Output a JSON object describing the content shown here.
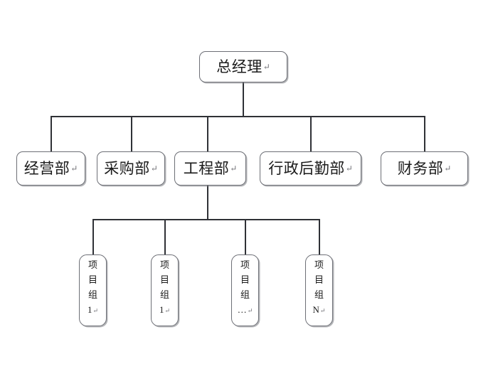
{
  "chart_data": {
    "type": "diagram",
    "diagram_type": "organizational-chart",
    "title": "",
    "orientation": "top-down",
    "levels": 3,
    "nodes": [
      {
        "id": "gm",
        "label": "总经理",
        "cr": "↵",
        "level": 0,
        "parent": null
      },
      {
        "id": "d1",
        "label": "经营部",
        "cr": "↵",
        "level": 1,
        "parent": "gm"
      },
      {
        "id": "d2",
        "label": "采购部",
        "cr": "↵",
        "level": 1,
        "parent": "gm"
      },
      {
        "id": "d3",
        "label": "工程部",
        "cr": "↵",
        "level": 1,
        "parent": "gm"
      },
      {
        "id": "d4",
        "label": "行政后勤部",
        "cr": "↵",
        "level": 1,
        "parent": "gm"
      },
      {
        "id": "d5",
        "label": "财务部",
        "cr": "↵",
        "level": 1,
        "parent": "gm"
      },
      {
        "id": "t1",
        "label": "项目组",
        "suffix": "1",
        "cr": "↵",
        "level": 2,
        "parent": "d3"
      },
      {
        "id": "t2",
        "label": "项目组",
        "suffix": "1",
        "cr": "↵",
        "level": 2,
        "parent": "d3"
      },
      {
        "id": "t3",
        "label": "项目组",
        "suffix": "…",
        "cr": "↵",
        "level": 2,
        "parent": "d3"
      },
      {
        "id": "t4",
        "label": "项目组",
        "suffix": "N",
        "cr": "↵",
        "level": 2,
        "parent": "d3"
      }
    ]
  },
  "chart": {
    "root": {
      "label": "总经理",
      "cr": "↵"
    },
    "departments": [
      {
        "label": "经营部",
        "cr": "↵"
      },
      {
        "label": "采购部",
        "cr": "↵"
      },
      {
        "label": "工程部",
        "cr": "↵"
      },
      {
        "label": "行政后勤部",
        "cr": "↵"
      },
      {
        "label": "财务部",
        "cr": "↵"
      }
    ],
    "teams": [
      {
        "c1": "项",
        "c2": "目",
        "c3": "组",
        "num": "1",
        "cr": "↵"
      },
      {
        "c1": "项",
        "c2": "目",
        "c3": "组",
        "num": "1",
        "cr": "↵"
      },
      {
        "c1": "项",
        "c2": "目",
        "c3": "组",
        "num": "…",
        "cr": "↵"
      },
      {
        "c1": "项",
        "c2": "目",
        "c3": "组",
        "num": "N",
        "cr": "↵"
      }
    ]
  },
  "colors": {
    "background": "#ffffff",
    "box_border": "#6d6f76",
    "box_fill": "#ffffff",
    "connector": "#2f3136",
    "text": "#1b1b1b",
    "cr_mark": "#6f6f75"
  }
}
